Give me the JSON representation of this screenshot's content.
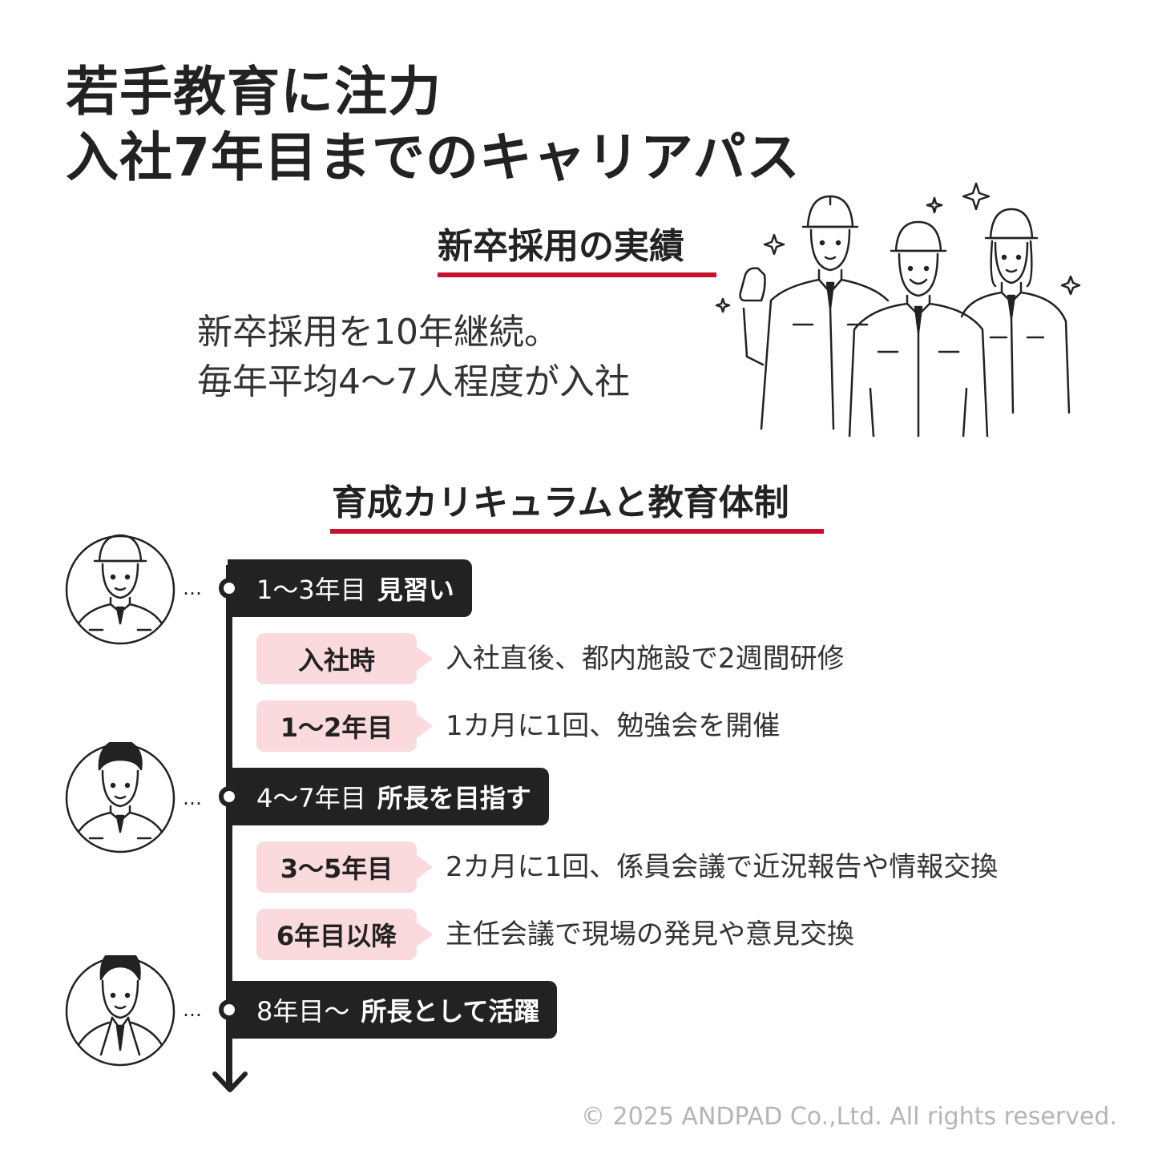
{
  "title": {
    "line1": "若手教育に注力",
    "line2": "入社7年目までのキャリアパス"
  },
  "recruitment": {
    "heading": "新卒採用の実績",
    "line1": "新卒採用を10年継続。",
    "line2": "毎年平均4〜7人程度が入社"
  },
  "curriculum": {
    "heading": "育成カリキュラムと教育体制",
    "phases": [
      {
        "num": "1〜3年目",
        "name": "見習い"
      },
      {
        "num": "4〜7年目",
        "name": "所長を目指す"
      },
      {
        "num": "8年目〜",
        "name": "所長として活躍"
      }
    ],
    "steps": [
      {
        "tag": "入社時",
        "desc": "入社直後、都内施設で2週間研修"
      },
      {
        "tag": "1〜2年目",
        "desc": "1カ月に1回、勉強会を開催"
      },
      {
        "tag": "3〜5年目",
        "desc": "2カ月に1回、係員会議で近況報告や情報交換"
      },
      {
        "tag": "6年目以降",
        "desc": "主任会議で現場の発見や意見交換"
      }
    ],
    "connector": "…"
  },
  "copyright": "© 2025 ANDPAD Co.,Ltd. All rights reserved.",
  "colors": {
    "accent": "#c8102e",
    "tag_bg": "#fadadd",
    "dark": "#222222"
  },
  "icons": [
    "hardhat-worker-group-illustration",
    "hardhat-worker-avatar-icon",
    "young-worker-avatar-icon",
    "manager-avatar-icon",
    "sparkle-icon",
    "arrow-down-icon"
  ]
}
